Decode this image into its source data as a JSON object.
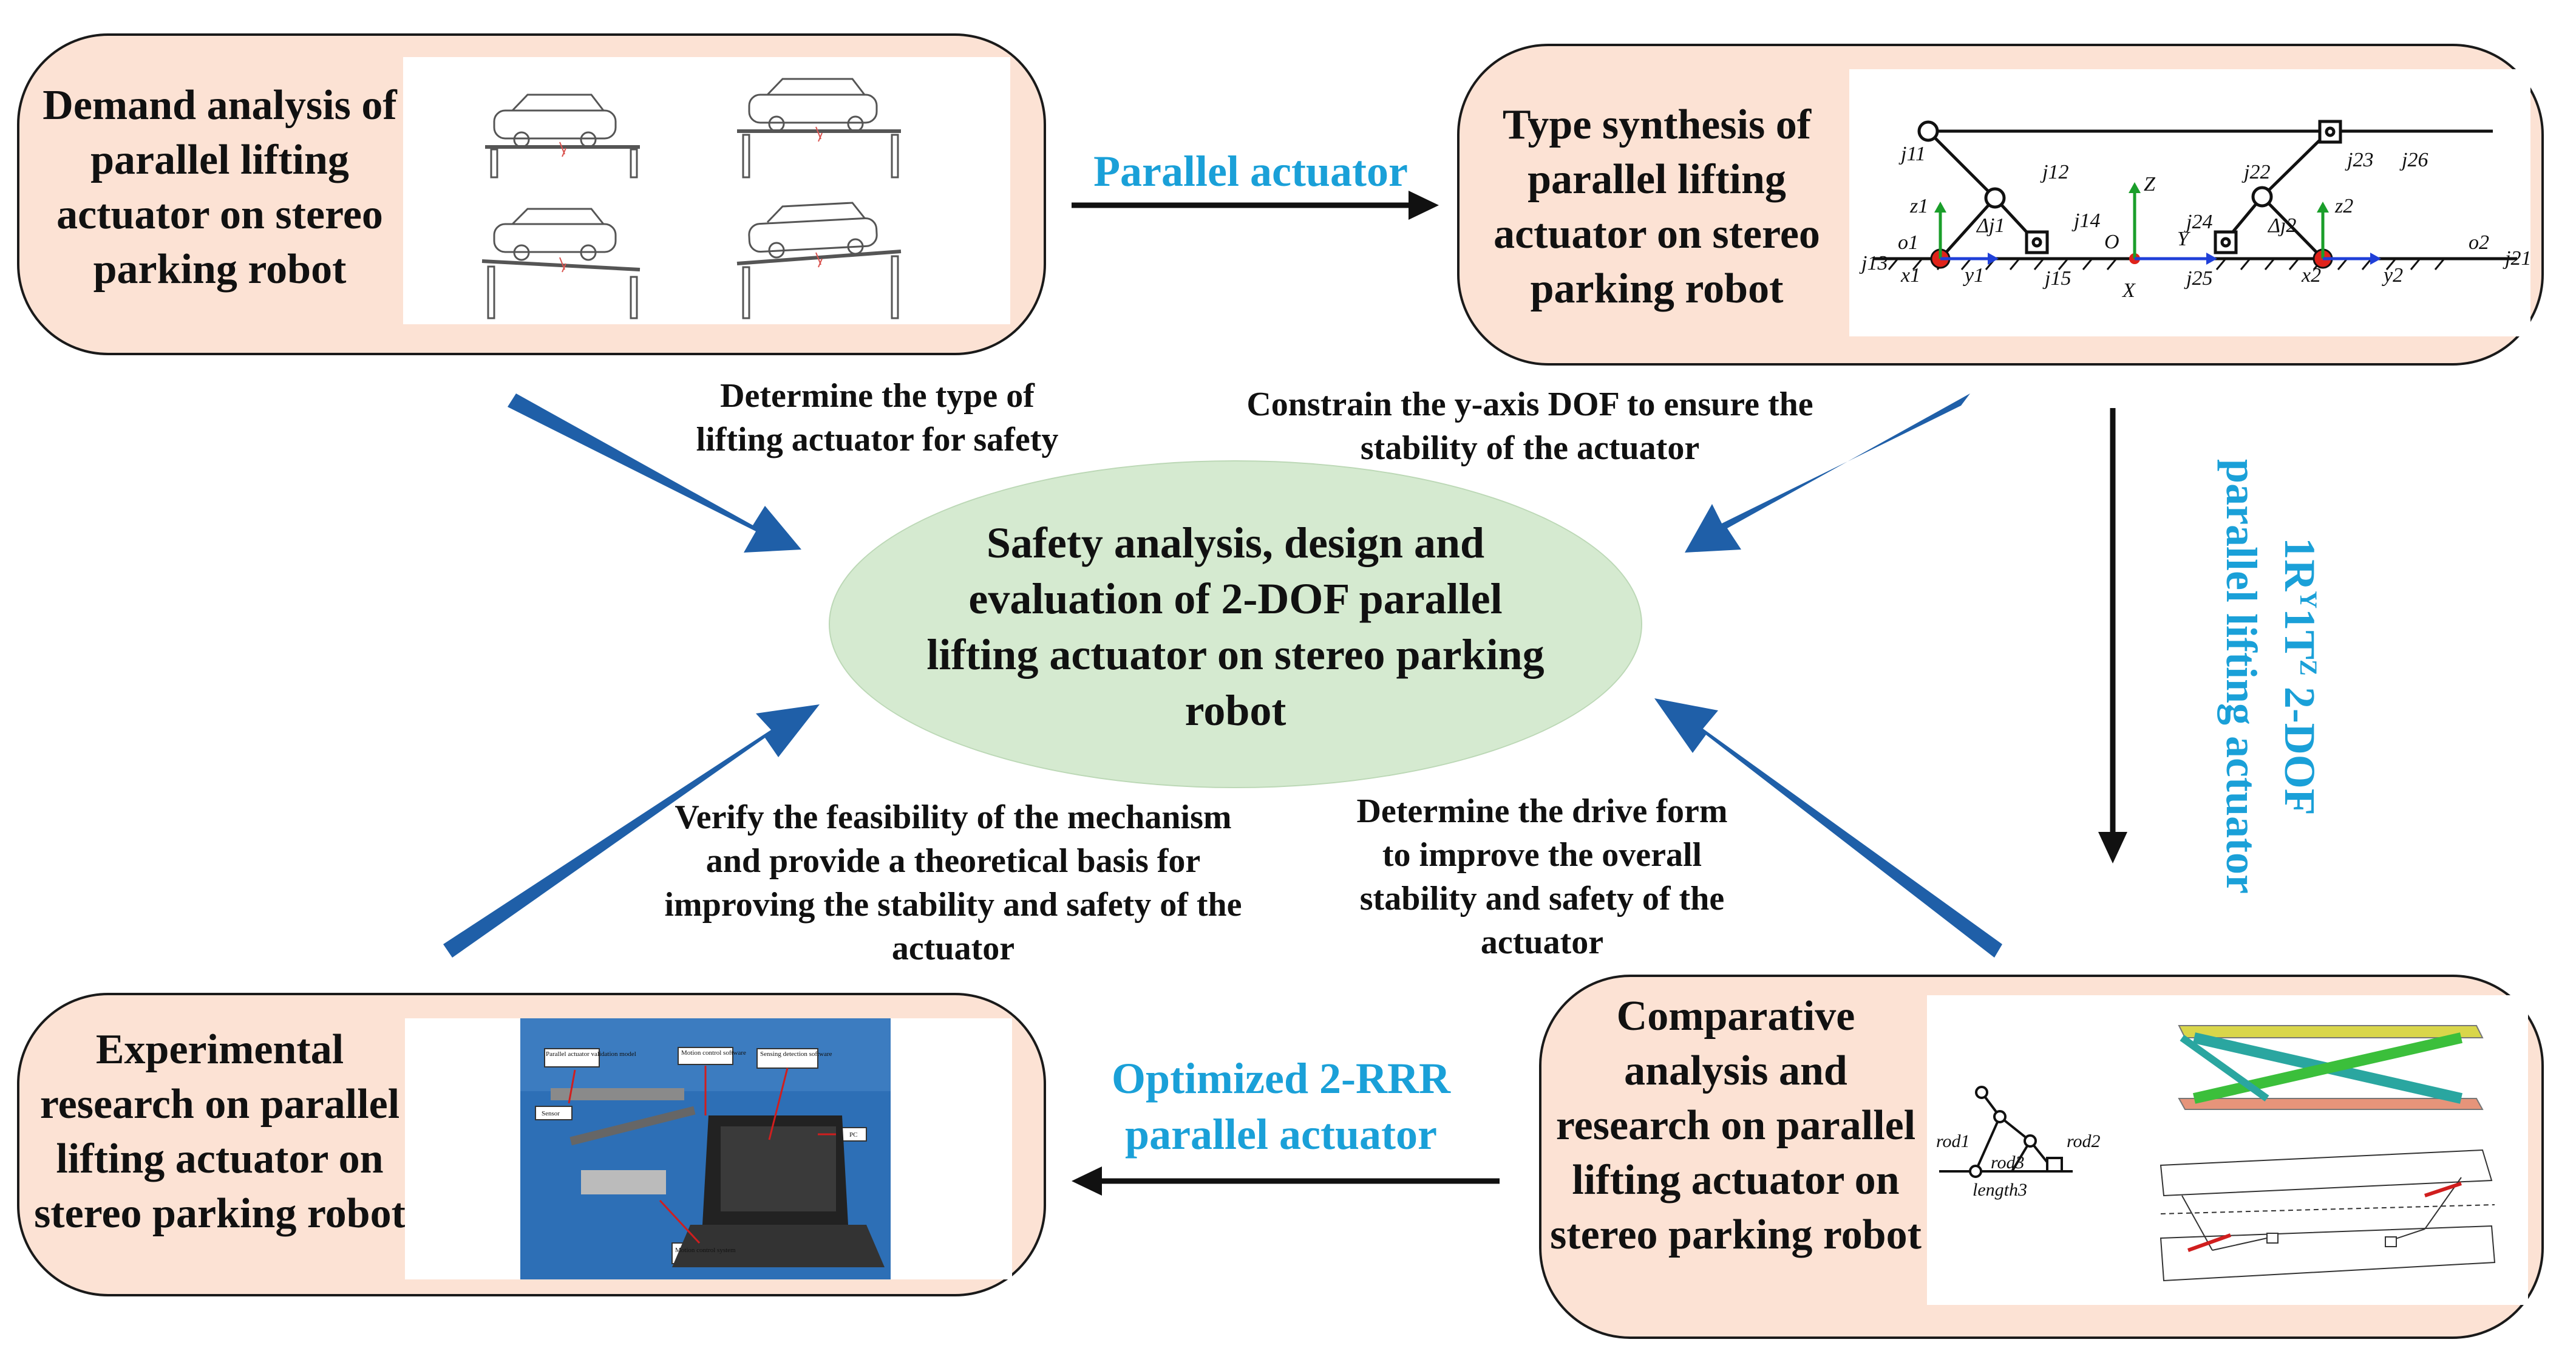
{
  "boxes": {
    "demand": {
      "title": "Demand analysis of parallel lifting actuator on stereo parking robot"
    },
    "type_synthesis": {
      "title": "Type synthesis of parallel lifting actuator on stereo parking robot"
    },
    "comparative": {
      "title": "Comparative analysis and research on parallel lifting actuator on stereo parking robot"
    },
    "experimental": {
      "title": "Experimental research on parallel lifting actuator on stereo parking robot"
    }
  },
  "center": {
    "text": "Safety analysis, design and evaluation of 2-DOF parallel lifting actuator on stereo parking robot"
  },
  "arrow_labels": {
    "top": "Parallel actuator",
    "right_1": "1R",
    "right_sup1": "Y",
    "right_2": "1T",
    "right_sup2": "Z",
    "right_3": " 2-DOF",
    "right_4": "parallel lifting actuator",
    "bottom": "Optimized 2-RRR parallel actuator"
  },
  "notes": {
    "top_left": "Determine the type of lifting actuator for safety",
    "top_right": "Constrain the y-axis DOF to ensure the stability of the actuator",
    "bottom_left": "Verify the feasibility of the mechanism and provide a theoretical basis for improving the stability and safety of the actuator",
    "bottom_right": "Determine the drive form to improve the overall stability and safety of the actuator"
  },
  "mechanism_labels": {
    "j11": "j11",
    "j12": "j12",
    "j13": "j13",
    "j14": "j14",
    "j15": "j15",
    "j21": "j21",
    "j22": "j22",
    "j23": "j23",
    "j24": "j24",
    "j25": "j25",
    "j26": "j26",
    "z1": "z1",
    "z2": "z2",
    "Z": "Z",
    "O": "O",
    "Y": "Y",
    "X": "X",
    "o1": "o1",
    "o2": "o2",
    "x1": "x1",
    "x2": "x2",
    "y1": "y1",
    "y2": "y2",
    "dj1": "Δj1",
    "dj2": "Δj2"
  },
  "comparative_labels": {
    "rod1": "rod1",
    "rod2": "rod2",
    "rod3": "rod3",
    "length3": "length3"
  },
  "experiment_labels": {
    "validation": "Parallel actuator validation model",
    "motion_sw": "Motion control software",
    "sensing_sw": "Sensing detection software",
    "sensor": "Sensor",
    "pc": "PC",
    "motion_sys": "Motion control system"
  },
  "colors": {
    "box_fill": "#fce2d4",
    "ellipse_fill": "#d5ead0",
    "blue_arrow": "#1f5fa8",
    "label_blue": "#1aa0d8"
  }
}
